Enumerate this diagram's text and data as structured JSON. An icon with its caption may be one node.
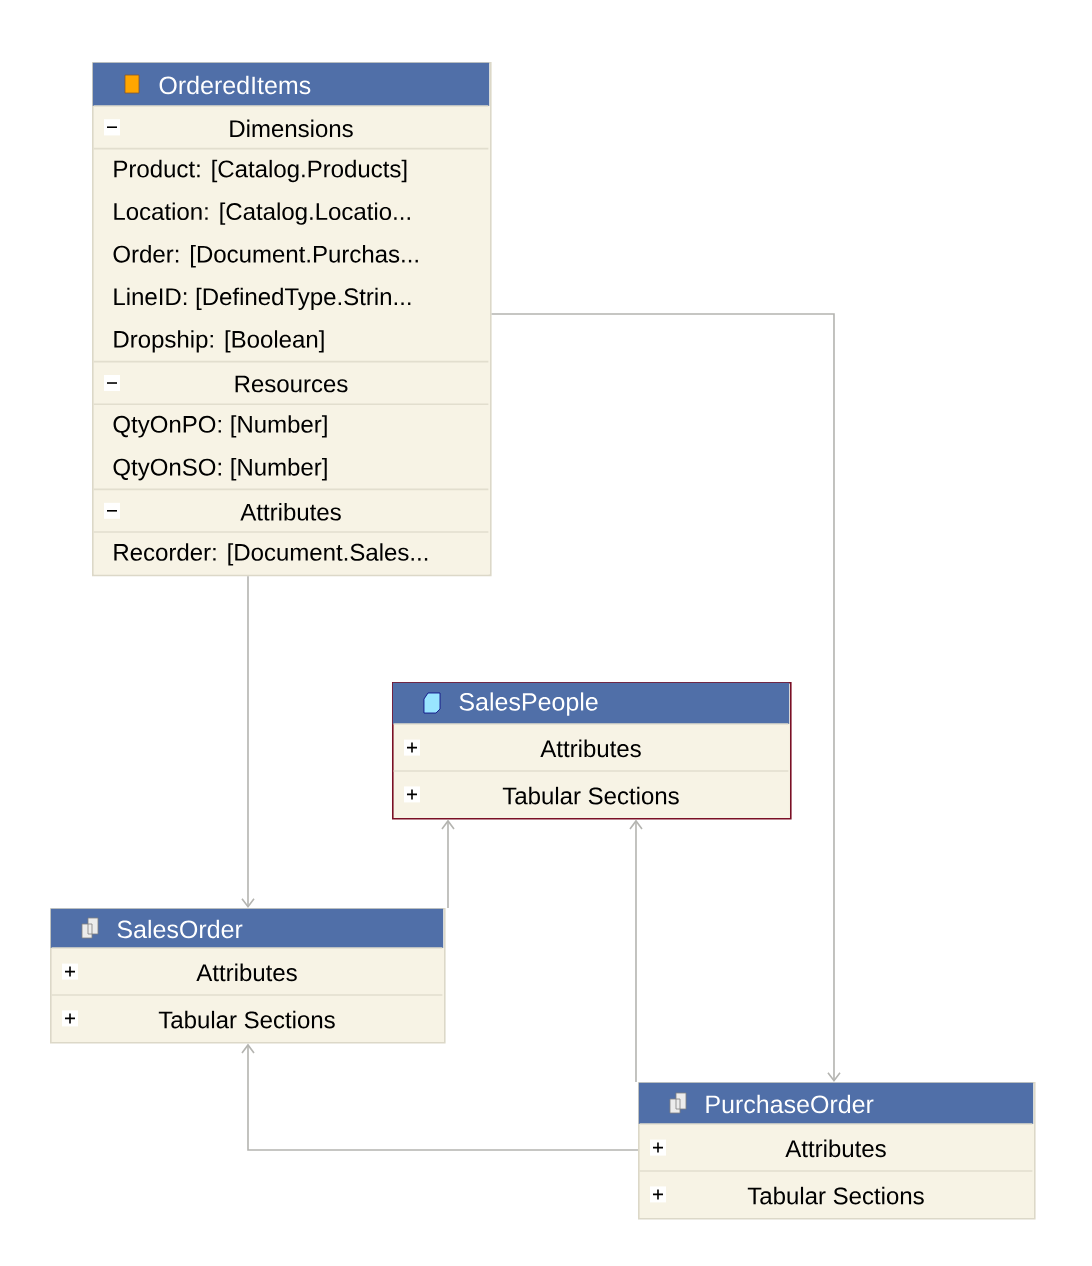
{
  "diagram": {
    "nodes": [
      {
        "text": [
          "OrderedItems"
        ]
      },
      {
        "text": [
          "Dimensions",
          "Product: [Catalog.Products]",
          "Location: [Catalog.Locatio...",
          "Order: [Document.Purchas...",
          "LineID: [DefinedType.Strin...",
          "Dropship: [Boolean]"
        ],
        "in": 0
      },
      {
        "text": [
          "Resources",
          "QtyOnPO: [Number]",
          "QtyOnSO: [Number]"
        ],
        "in": 0
      },
      {
        "text": [
          "Attributes",
          "Recorder: [Document.Sales..."
        ],
        "in": 0
      },
      {
        "text": [
          "SalesPeople"
        ]
      },
      {
        "text": [
          "Attributes"
        ],
        "in": 4
      },
      {
        "text": [
          "Tabular Sections"
        ],
        "in": 4
      },
      {
        "text": [
          "SalesOrder"
        ]
      },
      {
        "text": [
          "Attributes"
        ],
        "in": 7
      },
      {
        "text": [
          "Tabular Sections"
        ],
        "in": 7
      },
      {
        "text": [
          "PurchaseOrder"
        ]
      },
      {
        "text": [
          "Attributes"
        ],
        "in": 10
      },
      {
        "text": [
          "Tabular Sections"
        ],
        "in": 10
      }
    ],
    "edges": [
      {
        "from": 0,
        "to": 7,
        "arrow": "to"
      },
      {
        "from": 0,
        "to": 10,
        "arrow": "to"
      },
      {
        "from": 7,
        "to": 4,
        "arrow": "to"
      },
      {
        "from": 10,
        "to": 4,
        "arrow": "to"
      },
      {
        "from": 10,
        "to": 7,
        "arrow": "to"
      }
    ]
  }
}
